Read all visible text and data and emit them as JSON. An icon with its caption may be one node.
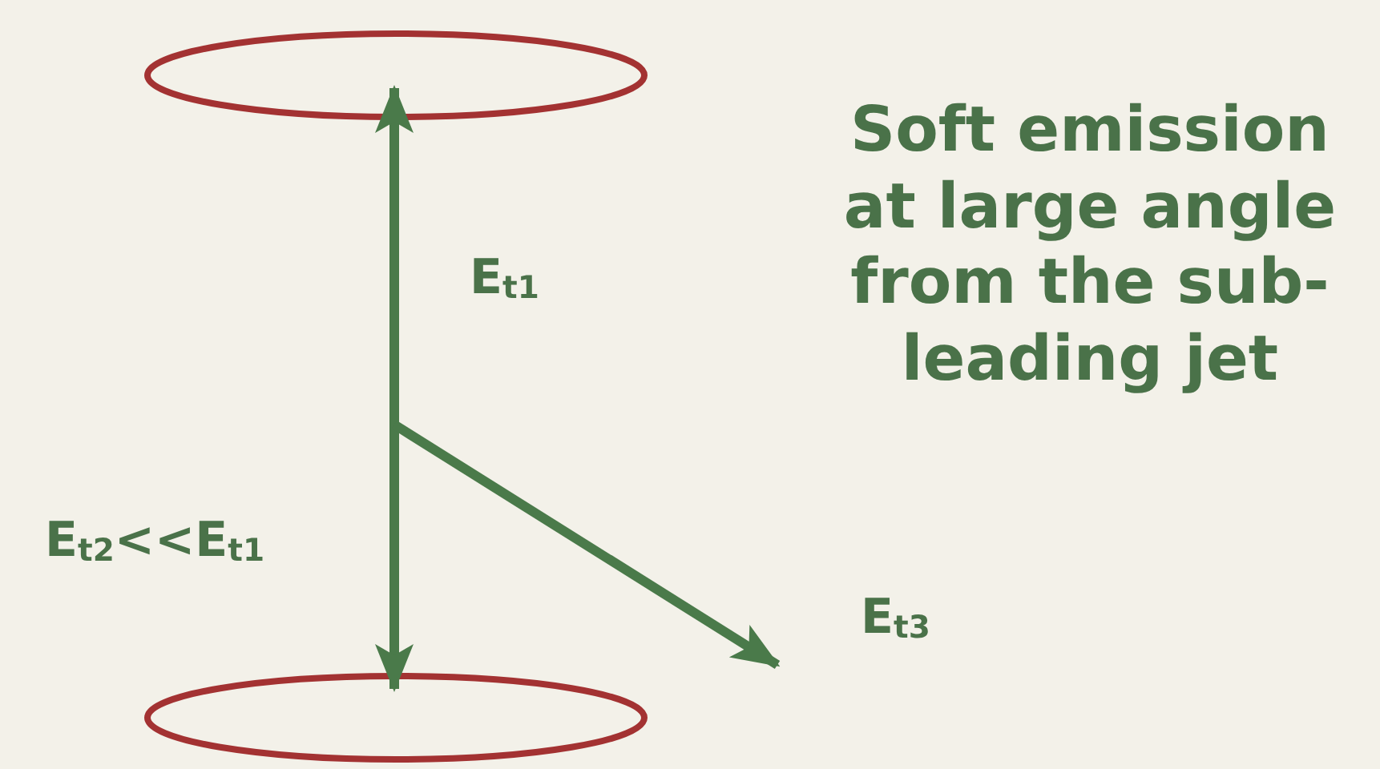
{
  "diagram": {
    "nodes": [
      {
        "text": [],
        "shape": "ellipse"
      },
      {
        "text": [],
        "shape": "ellipse"
      },
      {
        "text": [
          "E$_{t3}$"
        ]
      }
    ],
    "edges": [
      {
        "from": 1,
        "to": 0,
        "arrow": "both"
      },
      {
        "from": null,
        "to": 2,
        "arrow": "to"
      }
    ],
    "labels": [
      "E$_{t1}$",
      "E$_{t2}$<<E$_{t1}$",
      "Soft emission at large angle from the sub-leading jet"
    ]
  }
}
